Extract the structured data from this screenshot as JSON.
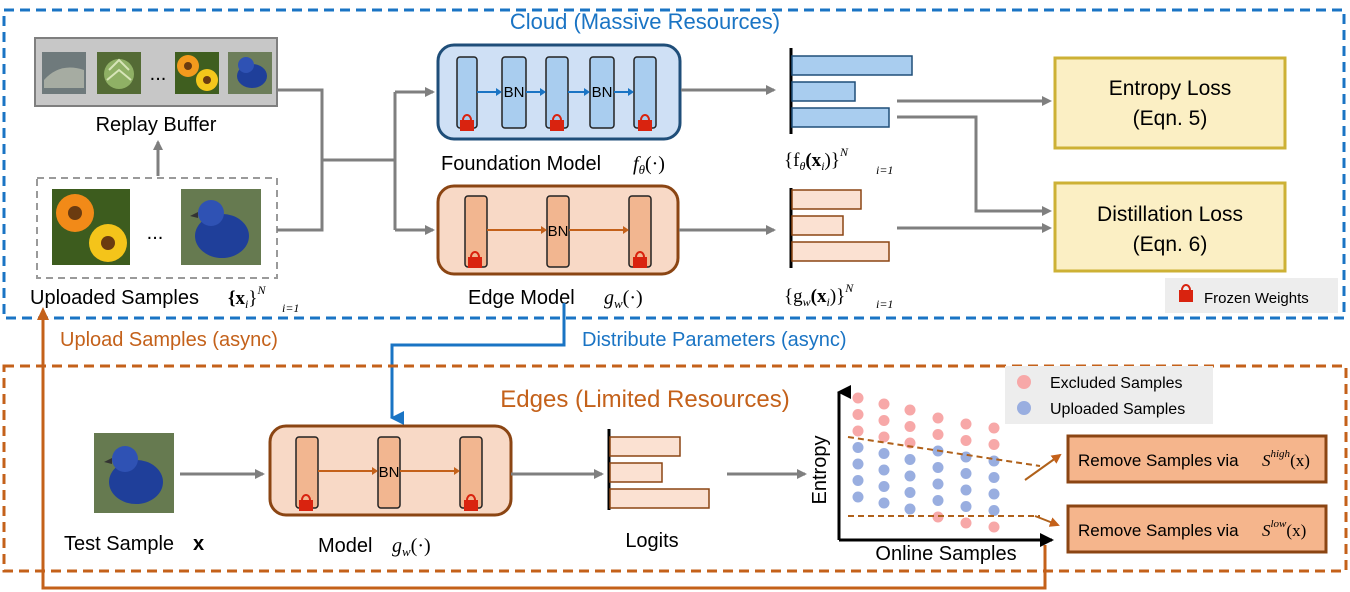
{
  "cloud": {
    "title": "Cloud (Massive Resources)",
    "replay_buffer_label": "Replay Buffer",
    "ellipsis": "...",
    "uploaded_samples_label": "Uploaded Samples",
    "uploaded_samples_math": "{x",
    "uploaded_samples_sub": "i",
    "uploaded_samples_close": "}",
    "foundation_model_label": "Foundation Model",
    "foundation_model_math": "f",
    "foundation_model_sub": "θ",
    "foundation_model_arg": "(·)",
    "edge_model_label": "Edge Model",
    "edge_model_math": "g",
    "edge_model_sub": "w",
    "edge_model_arg": "(·)",
    "foundation_output_label": "{f",
    "foundation_output_sub": "θ",
    "foundation_output_rest": "(x",
    "foundation_output_rest_sub": "i",
    "foundation_output_close": ")}",
    "edge_output_label": "{g",
    "edge_output_sub": "w",
    "edge_output_rest": "(x",
    "edge_output_rest_sub": "i",
    "edge_output_close": ")}",
    "set_upper": "N",
    "set_lower": "i=1",
    "bn": "BN",
    "entropy_loss_line1": "Entropy Loss",
    "entropy_loss_line2": "(Eqn. 5)",
    "distillation_loss_line1": "Distillation Loss",
    "distillation_loss_line2": "(Eqn. 6)",
    "frozen_weights_label": "Frozen Weights"
  },
  "links": {
    "upload_samples": "Upload Samples (async)",
    "distribute_parameters": "Distribute Parameters (async)"
  },
  "edges": {
    "title": "Edges (Limited Resources)",
    "test_sample_label": "Test Sample",
    "test_sample_math": "x",
    "model_label": "Model",
    "model_math": "g",
    "model_sub": "w",
    "model_arg": "(·)",
    "bn": "BN",
    "logits_label": "Logits",
    "plot_y_label": "Entropy",
    "plot_x_label": "Online Samples",
    "legend_excluded": "Excluded Samples",
    "legend_uploaded": "Uploaded Samples",
    "remove_high_text": "Remove Samples via",
    "remove_high_math": "S",
    "remove_high_sup": "high",
    "remove_high_arg": "(x)",
    "remove_low_text": "Remove Samples via",
    "remove_low_math": "S",
    "remove_low_sup": "low",
    "remove_low_arg": "(x)"
  },
  "colors": {
    "cloud_blue": "#1a74c4",
    "edge_orange": "#c4611a",
    "foundation_fill": "#cfe0f5",
    "foundation_bar": "#a9cdef",
    "edge_fill": "#f8d9c6",
    "edge_bar": "#f2b690",
    "loss_fill": "#fbefc4",
    "loss_border": "#cdb135",
    "remove_fill": "#f5b58c",
    "lock_red": "#d9230f",
    "excluded_dot": "#f7a8a8",
    "uploaded_dot": "#99aee0",
    "arrow_gray": "#7f7f7f"
  },
  "chart_data": {
    "type": "scatter",
    "xlabel": "Online Samples",
    "ylabel": "Entropy",
    "series": [
      {
        "name": "Excluded Samples"
      },
      {
        "name": "Uploaded Samples"
      }
    ]
  }
}
